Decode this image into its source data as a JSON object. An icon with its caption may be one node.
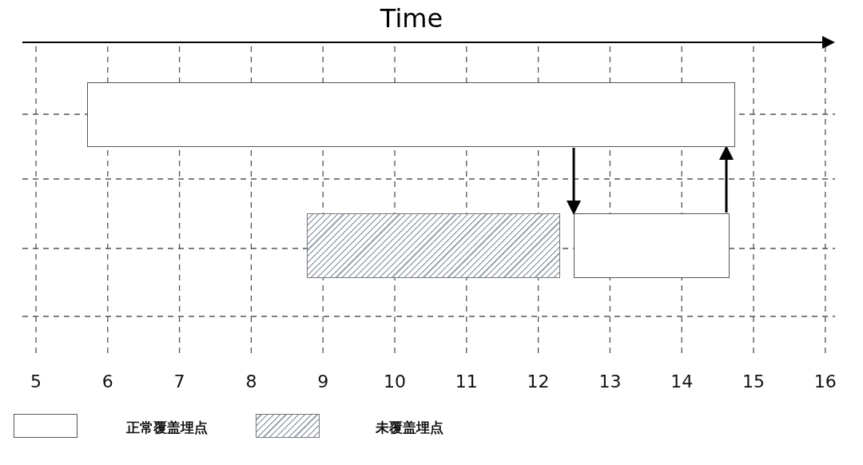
{
  "diagram": {
    "title": "Time",
    "nodes": [
      {
        "text": [],
        "shape": "box"
      },
      {
        "text": [],
        "shape": "box"
      },
      {
        "text": [],
        "shape": "box"
      }
    ],
    "edges": [
      {
        "from": 0,
        "to": 2,
        "arrow": "to"
      },
      {
        "from": 2,
        "to": 0,
        "arrow": "to"
      }
    ],
    "labels": [
      "5",
      "6",
      "7",
      "8",
      "9",
      "10",
      "11",
      "12",
      "13",
      "14",
      "15",
      "16"
    ],
    "legend": [
      {
        "text": "正常覆盖埋点"
      },
      {
        "text": "未覆盖埋点"
      }
    ]
  }
}
